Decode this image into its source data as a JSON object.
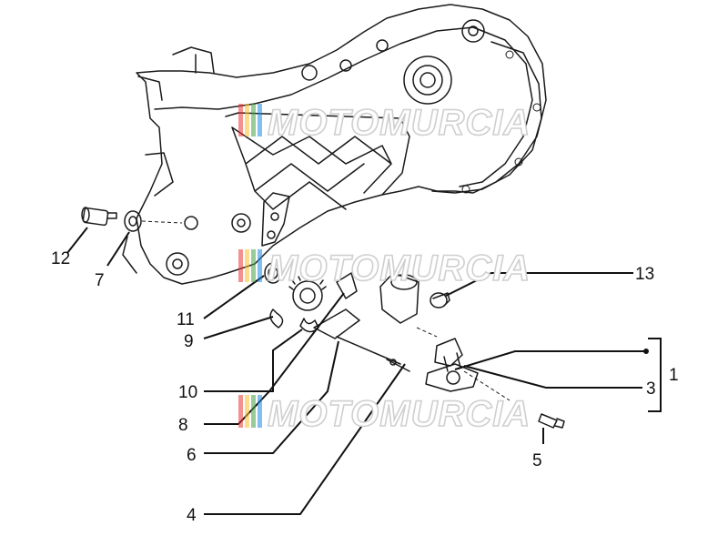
{
  "watermark": {
    "text": "MOTOMURCIA",
    "colors": [
      "#e53935",
      "#fbc02d",
      "#43a047",
      "#1e88e5"
    ]
  },
  "callouts": [
    {
      "id": "1",
      "label": "1"
    },
    {
      "id": "3",
      "label": "3"
    },
    {
      "id": "4",
      "label": "4"
    },
    {
      "id": "5",
      "label": "5"
    },
    {
      "id": "6",
      "label": "6"
    },
    {
      "id": "7",
      "label": "7"
    },
    {
      "id": "8",
      "label": "8"
    },
    {
      "id": "9",
      "label": "9"
    },
    {
      "id": "10",
      "label": "10"
    },
    {
      "id": "11",
      "label": "11"
    },
    {
      "id": "12",
      "label": "12"
    },
    {
      "id": "13",
      "label": "13"
    }
  ]
}
